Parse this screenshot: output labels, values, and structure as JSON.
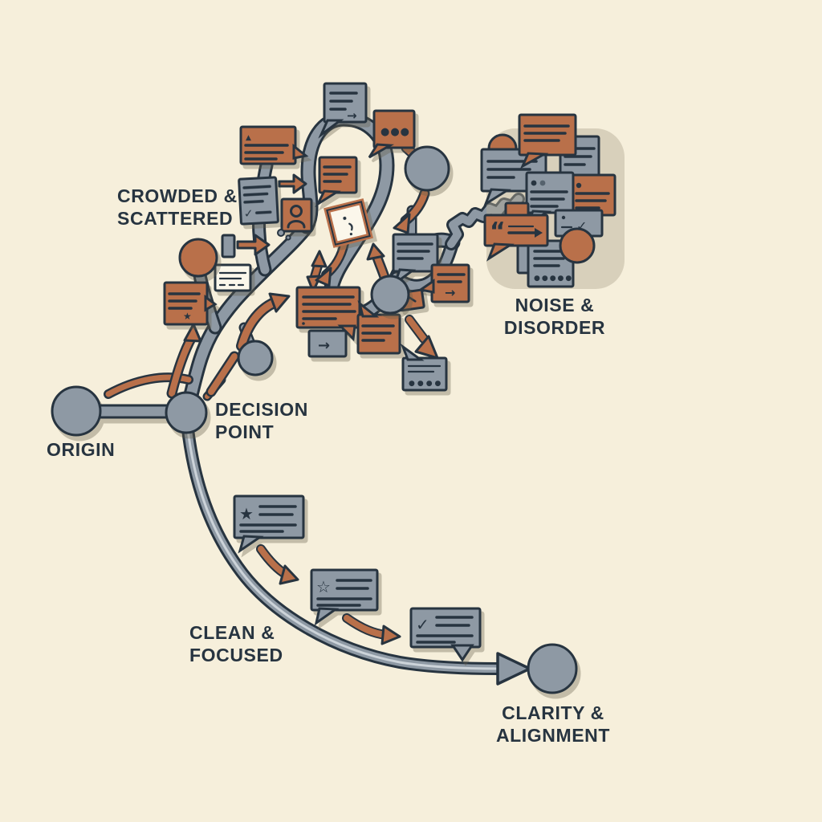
{
  "colors": {
    "cream": "#f6efdb",
    "slate": "#8e99a4",
    "rust": "#b9704a",
    "ink": "#273440",
    "card": "#fbf7eb",
    "mist": "#ccd3d9"
  },
  "labels": {
    "origin": "ORIGIN",
    "decision_line1": "DECISION",
    "decision_line2": "POINT",
    "crowded_line1": "CROWDED &",
    "crowded_line2": "SCATTERED",
    "noise_line1": "NOISE &",
    "noise_line2": "DISORDER",
    "clean_line1": "CLEAN &",
    "clean_line2": "FOCUSED",
    "clarity_line1": "CLARITY &",
    "clarity_line2": "ALIGNMENT"
  },
  "icons": {
    "star": "★",
    "star_outline": "☆",
    "check": "✓",
    "arrow_right": "→",
    "dots3": "●●●",
    "dots4": "●●●●",
    "dots5": "●●●●●",
    "quote": "“",
    "triangle": "▲"
  }
}
